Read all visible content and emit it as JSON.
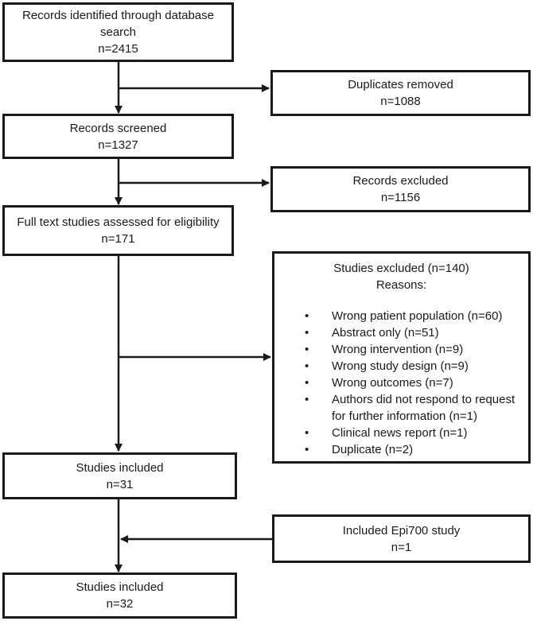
{
  "nodes": {
    "identified": {
      "line1": "Records identified through database",
      "line2": "search",
      "count": "n=2415"
    },
    "duplicates": {
      "title": "Duplicates removed",
      "count": "n=1088"
    },
    "screened": {
      "title": "Records screened",
      "count": "n=1327"
    },
    "records_excluded": {
      "title": "Records excluded",
      "count": "n=1156"
    },
    "fulltext": {
      "title": "Full text studies assessed for eligibility",
      "count": "n=171"
    },
    "studies_excluded": {
      "title": "Studies excluded (n=140)",
      "subtitle": "Reasons:",
      "reasons": [
        "Wrong patient population (n=60)",
        "Abstract only (n=51)",
        "Wrong intervention (n=9)",
        "Wrong study design (n=9)",
        "Wrong outcomes (n=7)",
        "Authors did not respond to request for further information (n=1)",
        "Clinical news report (n=1)",
        "Duplicate (n=2)"
      ]
    },
    "included_31": {
      "title": "Studies included",
      "count": "n=31"
    },
    "epi700": {
      "title": "Included Epi700 study",
      "count": "n=1"
    },
    "included_32": {
      "title": "Studies included",
      "count": "n=32"
    }
  },
  "colors": {
    "stroke": "#1a1a1a",
    "background": "#ffffff"
  }
}
